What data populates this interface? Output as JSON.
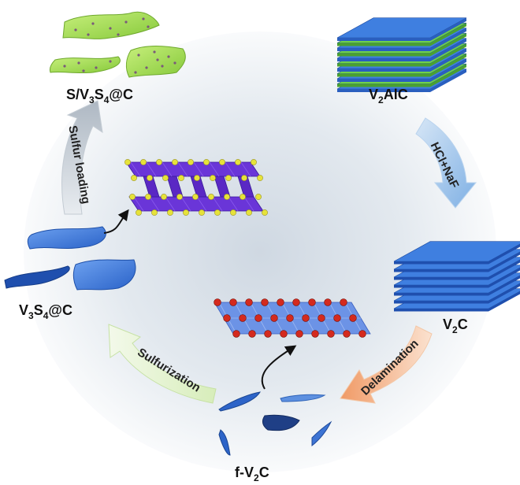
{
  "labels": {
    "s_v3s4_c": {
      "p1": "S/V",
      "s1": "3",
      "p2": "S",
      "s2": "4",
      "p3": "@C"
    },
    "v2alc": {
      "p1": "V",
      "s1": "2",
      "p2": "AlC"
    },
    "v2c": {
      "p1": "V",
      "s1": "2",
      "p2": "C"
    },
    "f_v2c": {
      "p1": "f-V",
      "s1": "2",
      "p2": "C"
    },
    "v3s4_c": {
      "p1": "V",
      "s1": "3",
      "p2": "S",
      "s2": "4",
      "p3": "@C"
    }
  },
  "steps": {
    "etch": "HCl+NaF",
    "delamination": "Delamination",
    "sulfurization": "Sulfurization",
    "sulfur_loading": "Sulfur loading"
  },
  "colors": {
    "layer_blue": "#3f7fe0",
    "layer_green": "#6fd14a",
    "sheet_green": "#a8e35a",
    "v3s4_purple": "#6a35d8",
    "sulfur_yellow": "#e6e23a",
    "oxygen_red": "#d42a1e",
    "arrow_blue": "#9cc3ec",
    "arrow_orange": "#f4b184",
    "arrow_green": "#cbe7a4",
    "arrow_grey": "#c9cfd6"
  }
}
